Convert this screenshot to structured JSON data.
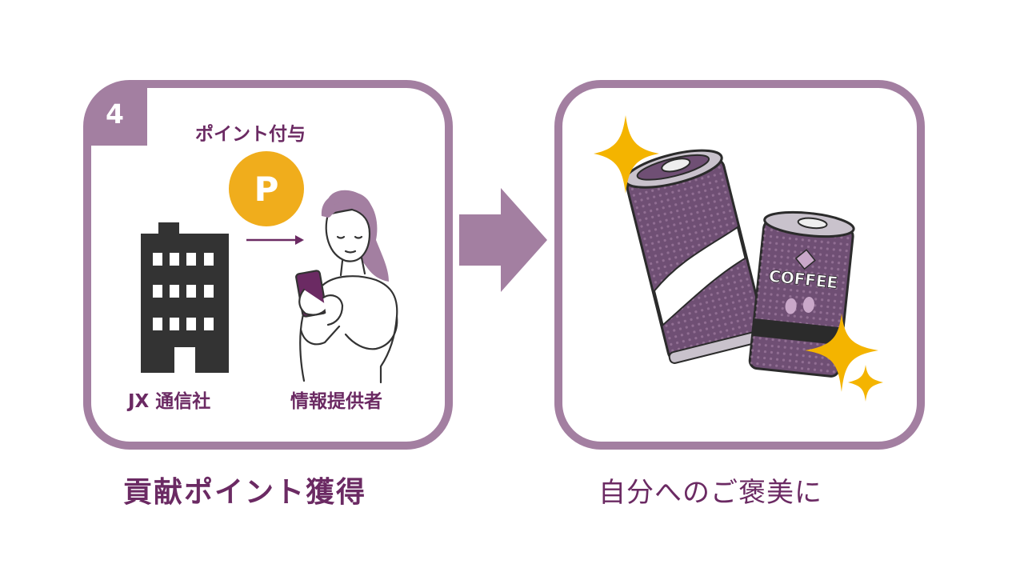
{
  "step_number": "4",
  "labels": {
    "point_grant": "ポイント付与",
    "point_coin_letter": "P",
    "company": "JX 通信社",
    "informant": "情報提供者"
  },
  "captions": {
    "left": "貢献ポイント獲得",
    "right": "自分へのご褒美に"
  },
  "can_label": "COFFEE",
  "colors": {
    "frame": "#a37fa1",
    "text": "#6b2a63",
    "coin": "#f0ad1c",
    "sparkle": "#f4b400",
    "building": "#333333"
  }
}
